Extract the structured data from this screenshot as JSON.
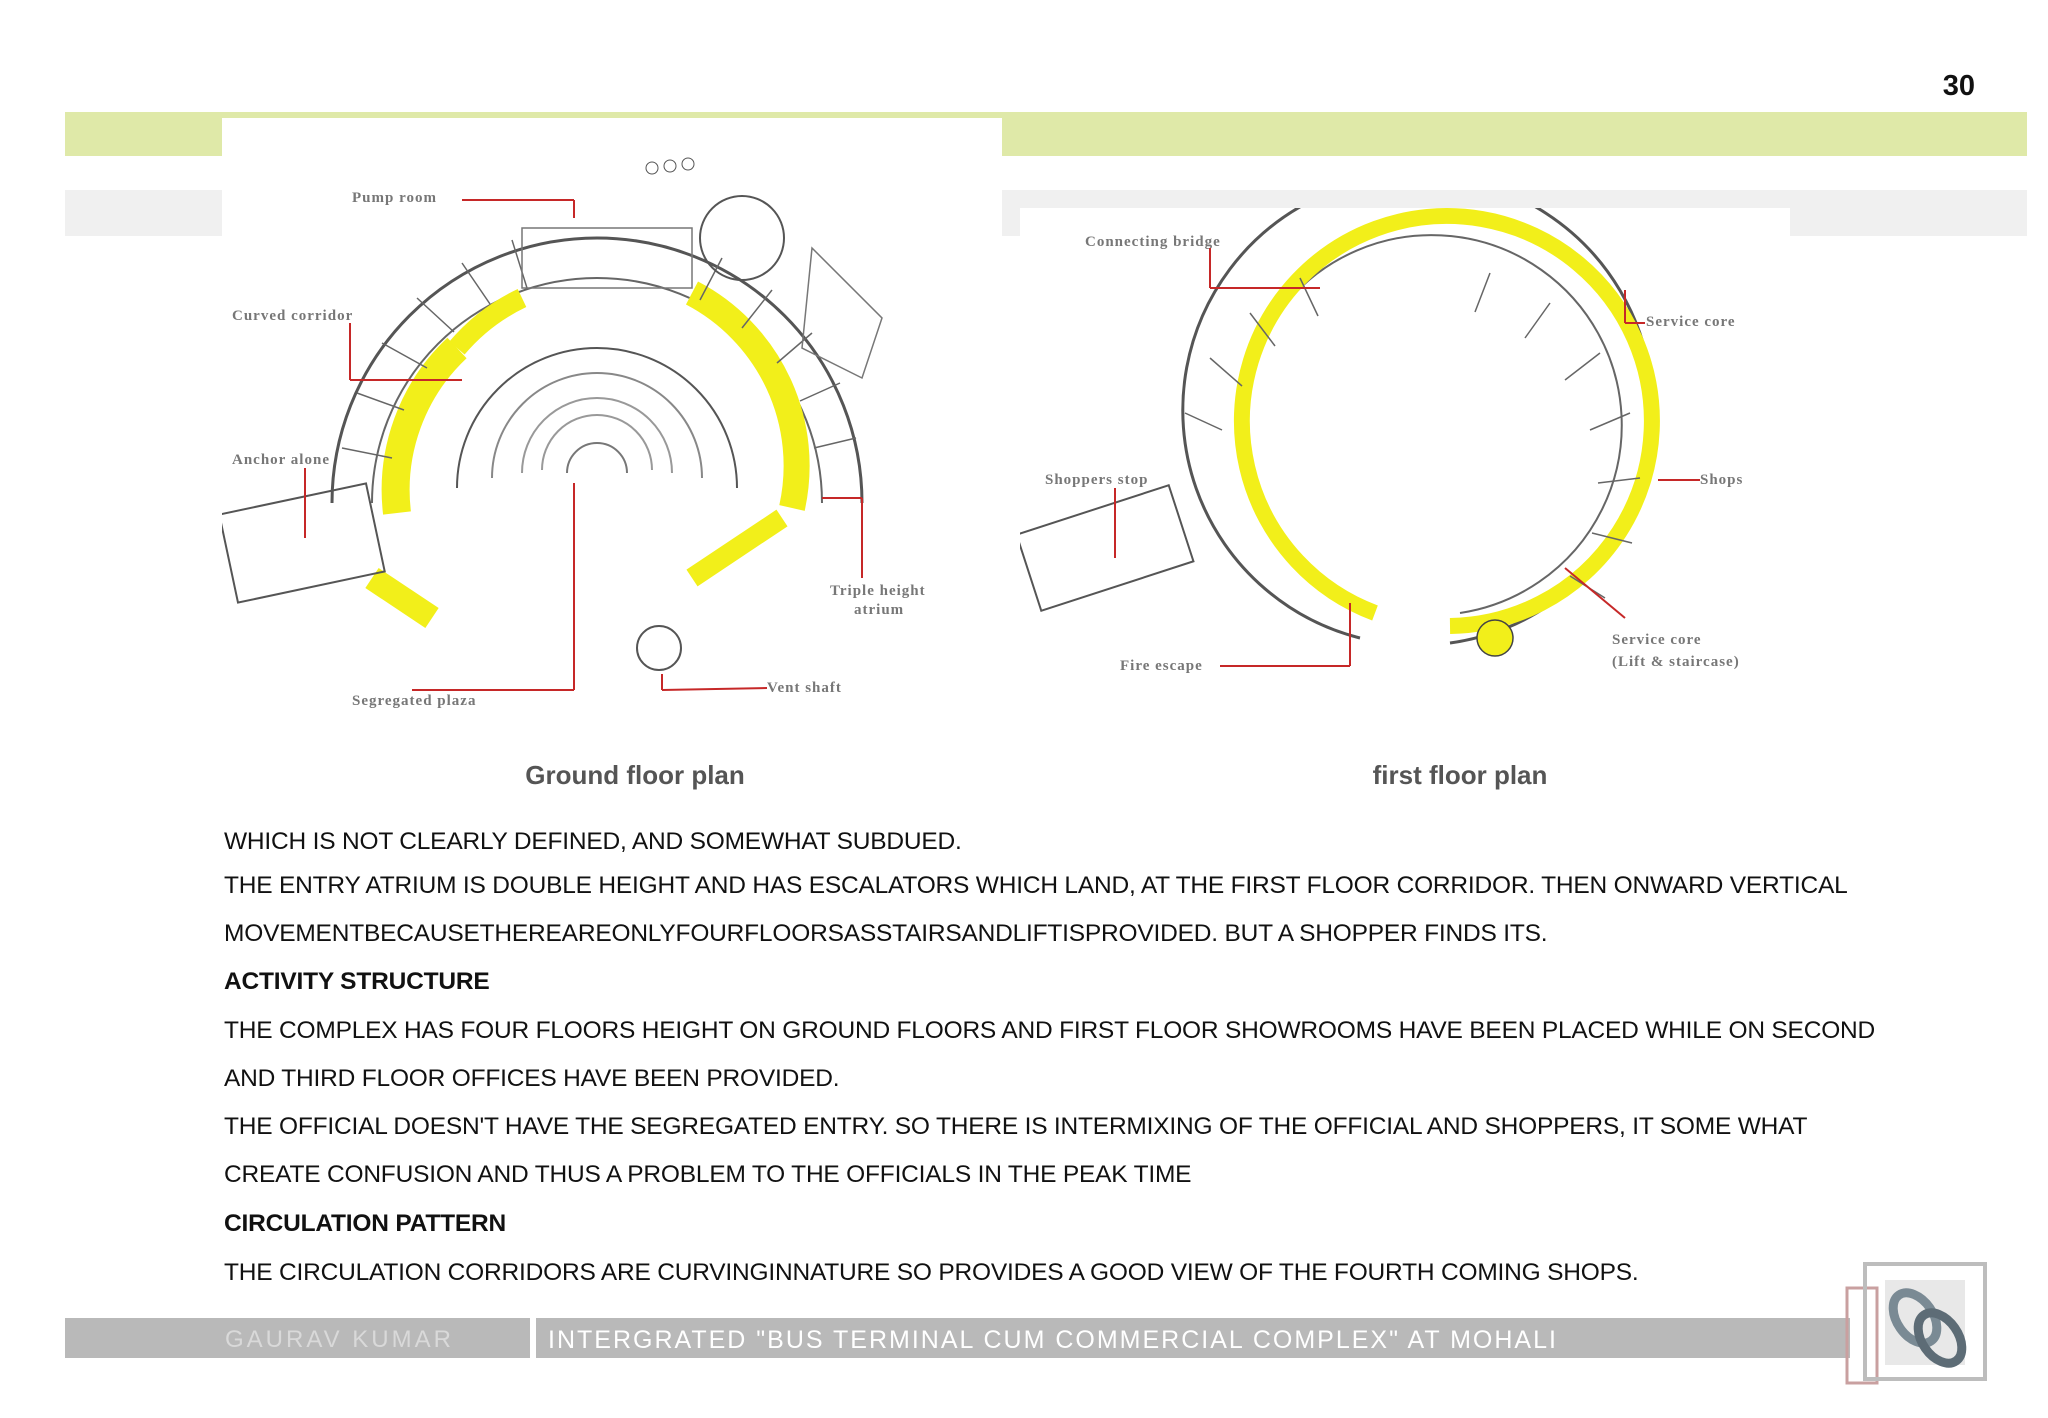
{
  "page": {
    "number": "30"
  },
  "ground_floor": {
    "caption": "Ground floor plan",
    "labels": {
      "pump_room": "Pump room",
      "curved_corridor": "Curved corridor",
      "anchor_alone": "Anchor alone",
      "segregated_plaza": "Segregated plaza",
      "vent_shaft": "Vent shaft",
      "triple_height_1": "Triple height",
      "triple_height_2": "atrium"
    }
  },
  "first_floor": {
    "caption": "first floor plan",
    "labels": {
      "connecting_bridge": "Connecting bridge",
      "service_core": "Service core",
      "shoppers_stop": "Shoppers stop",
      "shops": "Shops",
      "fire_escape": "Fire escape",
      "service_core_2": "Service core",
      "service_core_2_sub": "(Lift & staircase)"
    }
  },
  "body": {
    "line1": "WHICH IS NOT CLEARLY DEFINED, AND SOMEWHAT SUBDUED.",
    "line2": "THE ENTRY ATRIUM IS DOUBLE HEIGHT AND HAS ESCALATORS WHICH LAND, AT THE FIRST FLOOR CORRIDOR. THEN ONWARD VERTICAL",
    "line3": "MOVEMENTBECAUSETHEREAREONLYFOURFLOORSASSTAIRSANDLIFTISPROVIDED. BUT A SHOPPER FINDS ITS.",
    "heading1": "ACTIVITY STRUCTURE",
    "line4": "THE COMPLEX HAS FOUR FLOORS HEIGHT ON GROUND FLOORS AND FIRST FLOOR SHOWROOMS HAVE BEEN PLACED WHILE ON SECOND",
    "line5": "AND THIRD FLOOR OFFICES HAVE BEEN PROVIDED.",
    "line6": "THE OFFICIAL DOESN'T HAVE THE SEGREGATED ENTRY. SO THERE IS INTERMIXING OF THE OFFICIAL AND SHOPPERS, IT SOME WHAT",
    "line7": "CREATE CONFUSION AND THUS A PROBLEM TO THE OFFICIALS IN THE PEAK TIME",
    "heading2": "CIRCULATION PATTERN",
    "line8": "THE CIRCULATION CORRIDORS ARE CURVINGINNATURE SO PROVIDES A GOOD VIEW OF THE FOURTH COMING SHOPS."
  },
  "footer": {
    "author": "GAURAV KUMAR",
    "title": "INTERGRATED \"BUS TERMINAL CUM COMMERCIAL COMPLEX\" AT MOHALI"
  },
  "colors": {
    "accent_band": "#dfe9a8",
    "circulation_yellow": "#f2ef1a",
    "label_leader_red": "#c62828",
    "footer_grey": "#b9b9b9"
  }
}
